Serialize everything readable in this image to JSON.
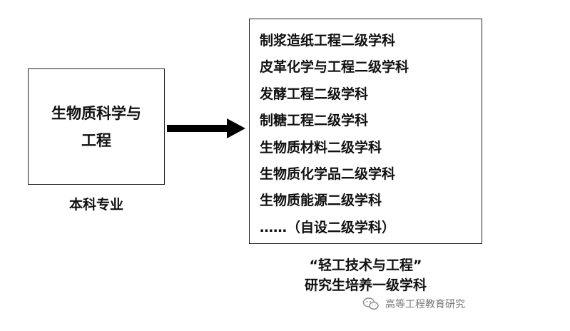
{
  "left_box": {
    "line1": "生物质科学与",
    "line2": "工程",
    "caption": "本科专业"
  },
  "right_box": {
    "items": [
      "制浆造纸工程二级学科",
      "皮革化学与工程二级学科",
      "发酵工程二级学科",
      "制糖工程二级学科",
      "生物质材料二级学科",
      "生物质化学品二级学科",
      "生物质能源二级学科",
      "……（自设二级学科）"
    ],
    "caption_line1": "“轻工技术与工程”",
    "caption_line2": "研究生培养一级学科"
  },
  "watermark": {
    "text": "高等工程教育研究",
    "icon": "wechat-icon"
  },
  "colors": {
    "line": "#222222",
    "arrow": "#000000",
    "watermark": "#777777"
  }
}
